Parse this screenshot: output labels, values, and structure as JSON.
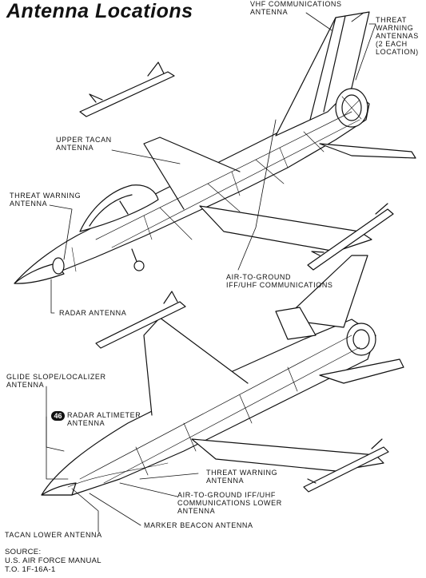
{
  "title": "Antenna Locations",
  "page_number": "46",
  "source": "SOURCE:\nU.S. AIR FORCE MANUAL\nT.O. 1F-16A-1",
  "labels": {
    "vhf": "VHF COMMUNICATIONS\nANTENNA",
    "threat_warning_tail": "THREAT\nWARNING\nANTENNAS\n(2 EACH\nLOCATION)",
    "upper_tacan": "UPPER TACAN\nANTENNA",
    "threat_warning_nose": "THREAT WARNING\nANTENNA",
    "air_to_ground_iff": "AIR-TO-GROUND\nIFF/UHF COMMUNICATIONS",
    "radar": "RADAR ANTENNA",
    "glide_slope": "GLIDE SLOPE/LOCALIZER\nANTENNA",
    "radar_altimeter": "RADAR ALTIMETER\nANTENNA",
    "threat_warning_lower": "THREAT WARNING\nANTENNA",
    "air_to_ground_lower": "AIR-TO-GROUND IFF/UHF\nCOMMUNICATIONS LOWER\nANTENNA",
    "marker_beacon": "MARKER BEACON ANTENNA",
    "tacan_lower": "TACAN LOWER ANTENNA"
  }
}
